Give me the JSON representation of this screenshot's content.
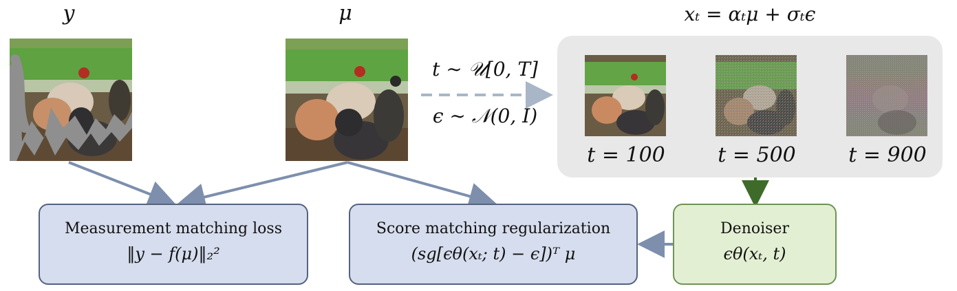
{
  "labels": {
    "y": "y",
    "mu": "μ",
    "xt_formula": "xₜ = αₜμ + σₜϵ",
    "t_sample": "t ∼ 𝒰[0, T]",
    "eps_sample": "ϵ ∼ 𝒩(0, I)"
  },
  "noise_levels": [
    {
      "label": "t = 100"
    },
    {
      "label": "t = 500"
    },
    {
      "label": "t = 900"
    }
  ],
  "boxes": {
    "measurement": {
      "title": "Measurement matching loss",
      "formula": "‖y − f(μ)‖₂²"
    },
    "score": {
      "title": "Score matching regularization",
      "formula": "(sg[ϵθ(xₜ; t) − ϵ])ᵀ μ"
    },
    "denoiser": {
      "title": "Denoiser",
      "formula": "ϵθ(xₜ, t)"
    }
  },
  "colors": {
    "blue_box": "#d6ddee",
    "blue_border": "#54627f",
    "green_box": "#e3efd3",
    "green_border": "#6f9254",
    "arrow_blue": "#7d8fad",
    "arrow_green": "#3f6b2a",
    "panel_gray": "#e8e8e8"
  }
}
